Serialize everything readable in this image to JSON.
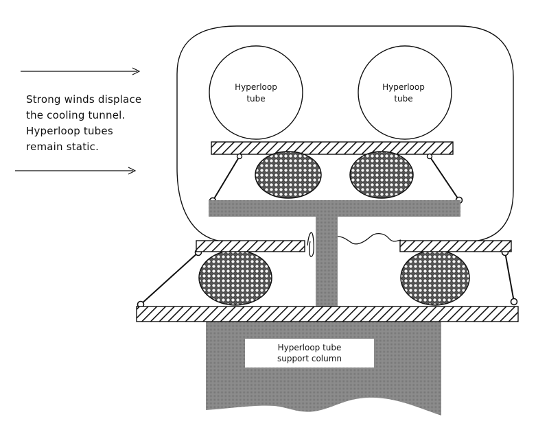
{
  "caption": {
    "lines": [
      "Strong winds displace",
      "the cooling tunnel.",
      "Hyperloop tubes",
      "remain static."
    ]
  },
  "tube_left": {
    "line1": "Hyperloop",
    "line2": "tube"
  },
  "tube_right": {
    "line1": "Hyperloop",
    "line2": "tube"
  },
  "support_column": {
    "line1": "Hyperloop tube",
    "line2": "support column"
  },
  "colors": {
    "stroke": "#111111",
    "support": "#8c8c8c",
    "background": "#ffffff"
  }
}
